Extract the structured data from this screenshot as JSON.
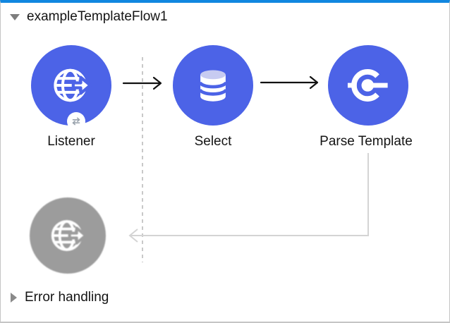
{
  "flow": {
    "title": "exampleTemplateFlow1",
    "collapsed": false,
    "nodes": [
      {
        "label": "Listener",
        "icon": "globe-arrow",
        "badge_icon": "swap-arrows",
        "state": "active"
      },
      {
        "label": "Select",
        "icon": "database",
        "state": "active"
      },
      {
        "label": "Parse Template",
        "icon": "parse-template",
        "state": "active"
      },
      {
        "label": "",
        "icon": "globe-arrow",
        "state": "disabled"
      }
    ],
    "error_section": {
      "label": "Error handling",
      "collapsed": true
    }
  },
  "colors": {
    "accent_top_bar": "#1187e0",
    "node_blue": "#4c63e7",
    "node_disabled_gray": "#9c9c9c",
    "database_top": "#c7cbf1",
    "arrow_black": "#111111",
    "connector_gray": "#d4d4d4",
    "dashed_guide_gray": "#c9c9c9",
    "badge_glyph_gray": "#9aa3ad",
    "text": "#141414"
  }
}
